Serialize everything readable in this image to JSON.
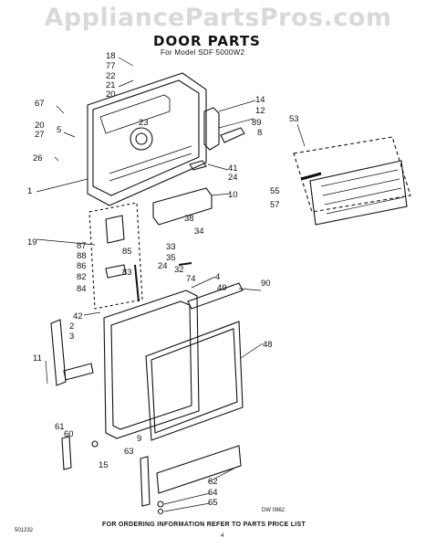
{
  "watermark": "AppliancePartsPros.com",
  "title": "DOOR PARTS",
  "subtitle": "For Model SDF 5000W2",
  "drawing_number": "DW 0962",
  "page_id": "501232",
  "page_number": "4",
  "footer_note": "FOR ORDERING INFORMATION REFER TO PARTS PRICE LIST",
  "callouts": [
    "18",
    "77",
    "22",
    "21",
    "20",
    "67",
    "20",
    "27",
    "5",
    "26",
    "1",
    "23",
    "14",
    "12",
    "89",
    "8",
    "41",
    "24",
    "10",
    "53",
    "55",
    "57",
    "19",
    "87",
    "88",
    "86",
    "82",
    "84",
    "85",
    "83",
    "33",
    "35",
    "24",
    "38",
    "34",
    "32",
    "74",
    "4",
    "49",
    "90",
    "42",
    "2",
    "3",
    "11",
    "48",
    "61",
    "60",
    "15",
    "9",
    "63",
    "62",
    "64",
    "65"
  ]
}
